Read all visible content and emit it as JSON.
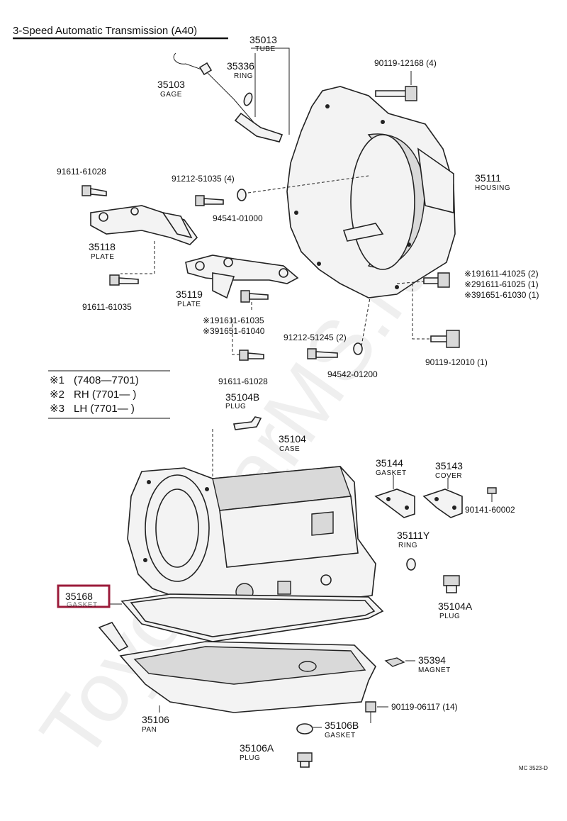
{
  "title": "3-Speed Automatic Transmission (A40)",
  "watermark": "ToyotaCarMS.ru",
  "footer_code": "MC 3523-D",
  "highlight_color": "#9b1b3a",
  "notes": [
    {
      "mark": "※1",
      "text": "(7408—7701)"
    },
    {
      "mark": "※2",
      "text": "RH (7701—        )"
    },
    {
      "mark": "※3",
      "text": "LH (7701—        )"
    }
  ],
  "callouts": {
    "c35013": {
      "number": "35013",
      "name": "TUBE"
    },
    "c35336": {
      "number": "35336",
      "name": "RING"
    },
    "c35103": {
      "number": "35103",
      "name": "GAGE"
    },
    "c35111": {
      "number": "35111",
      "name": "HOUSING"
    },
    "c35118": {
      "number": "35118",
      "name": "PLATE"
    },
    "c35119": {
      "number": "35119",
      "name": "PLATE"
    },
    "c35104b": {
      "number": "35104B",
      "name": "PLUG"
    },
    "c35104": {
      "number": "35104",
      "name": "CASE"
    },
    "c35144": {
      "number": "35144",
      "name": "GASKET"
    },
    "c35143": {
      "number": "35143",
      "name": "COVER"
    },
    "c35111y": {
      "number": "35111Y",
      "name": "RING"
    },
    "c35168": {
      "number": "35168",
      "name": "GASKET"
    },
    "c35104a": {
      "number": "35104A",
      "name": "PLUG"
    },
    "c35394": {
      "number": "35394",
      "name": "MAGNET"
    },
    "c35106": {
      "number": "35106",
      "name": "PAN"
    },
    "c35106b": {
      "number": "35106B",
      "name": "GASKET"
    },
    "c35106a": {
      "number": "35106A",
      "name": "PLUG"
    }
  },
  "fasteners": {
    "f90119_12168": "90119-12168 (4)",
    "f91611_61028_top": "91611-61028",
    "f91212_51035": "91212-51035 (4)",
    "f94541_01000": "94541-01000",
    "f91611_61035": "91611-61035",
    "f91611_41025": "※191611-41025 (2)",
    "f91611_61025": "※291611-61025 (1)",
    "f91651_61030": "※391651-61030 (1)",
    "f91611_61035_n1": "※191611-61035",
    "f91651_61040": "※391651-61040",
    "f91212_51245": "91212-51245 (2)",
    "f90119_12010": "90119-12010 (1)",
    "f94542_01200": "94542-01200",
    "f91611_61028_bot": "91611-61028",
    "f90141_60002": "90141-60002",
    "f90119_06117": "90119-06117 (14)"
  }
}
